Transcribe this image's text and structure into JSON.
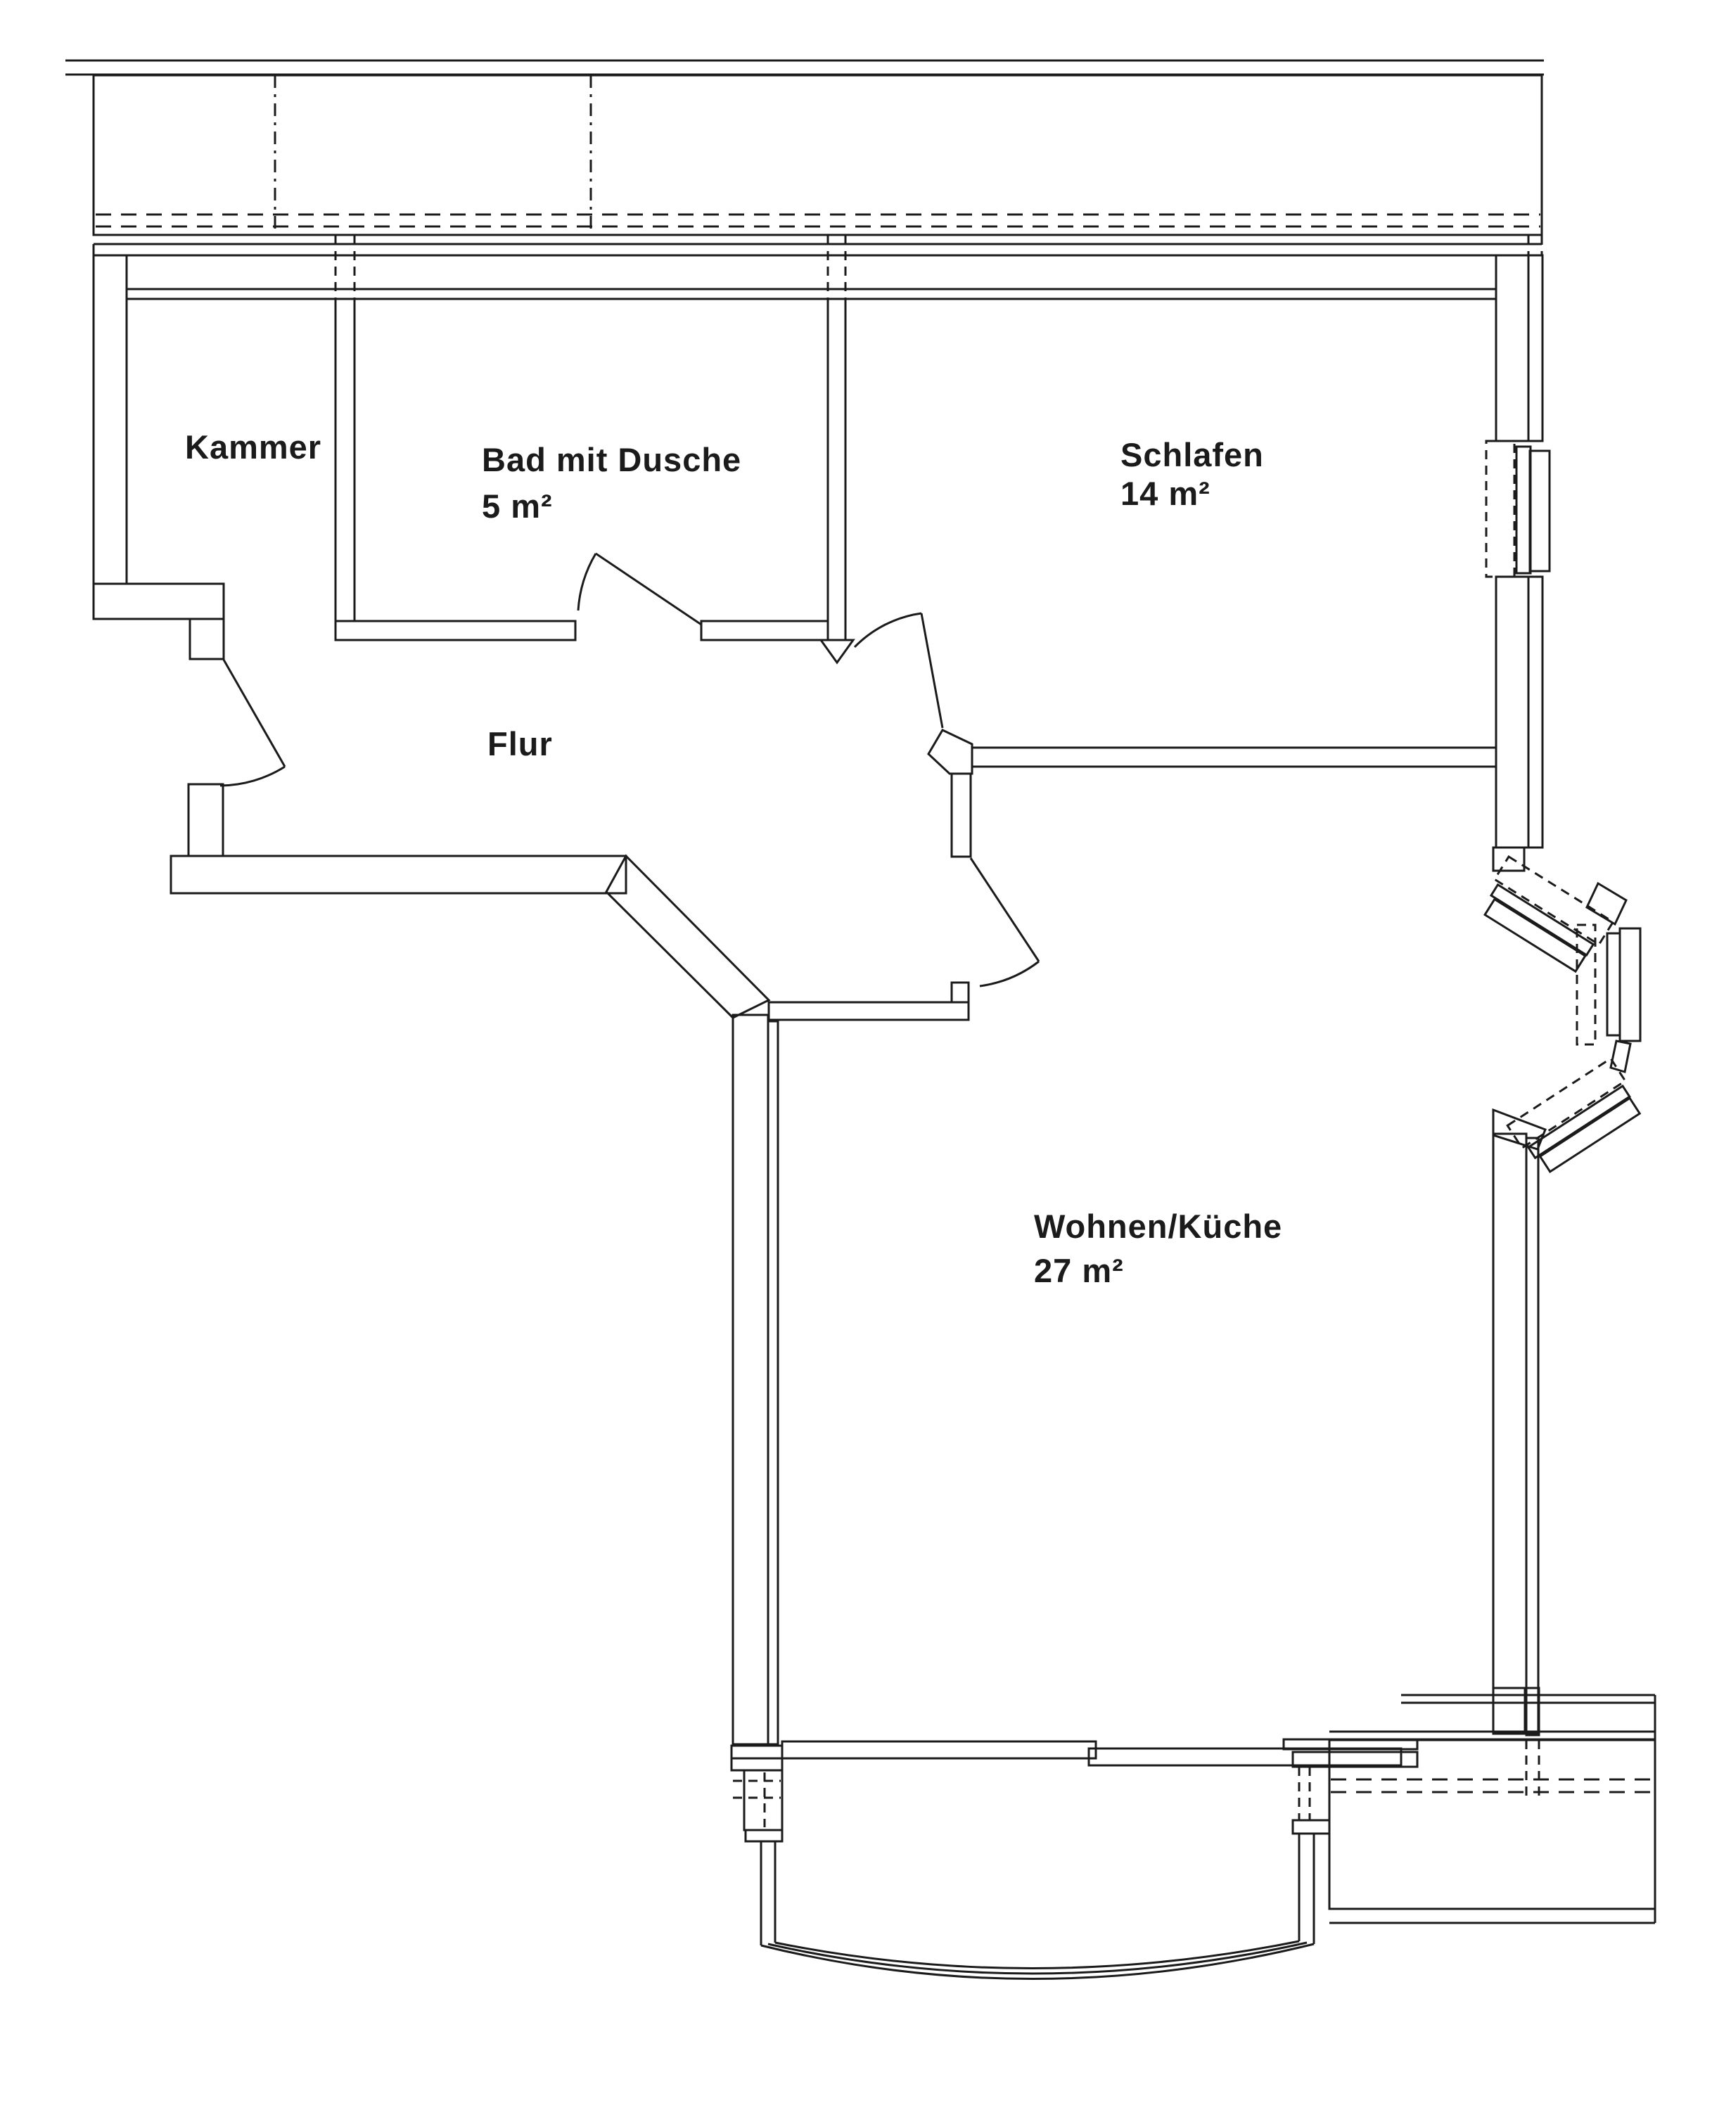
{
  "drawing": {
    "kind": "apartment floor plan",
    "rooms": {
      "kammer": {
        "name": "Kammer"
      },
      "bad": {
        "name": "Bad mit Dusche",
        "area": "5 m²"
      },
      "schlafen": {
        "name": "Schlafen",
        "area": "14 m²"
      },
      "flur": {
        "name": "Flur"
      },
      "wohnen": {
        "name": "Wohnen/Küche",
        "area": "27 m²"
      }
    }
  },
  "colors": {
    "ink": "#1b1b1b",
    "paper": "#ffffff"
  }
}
